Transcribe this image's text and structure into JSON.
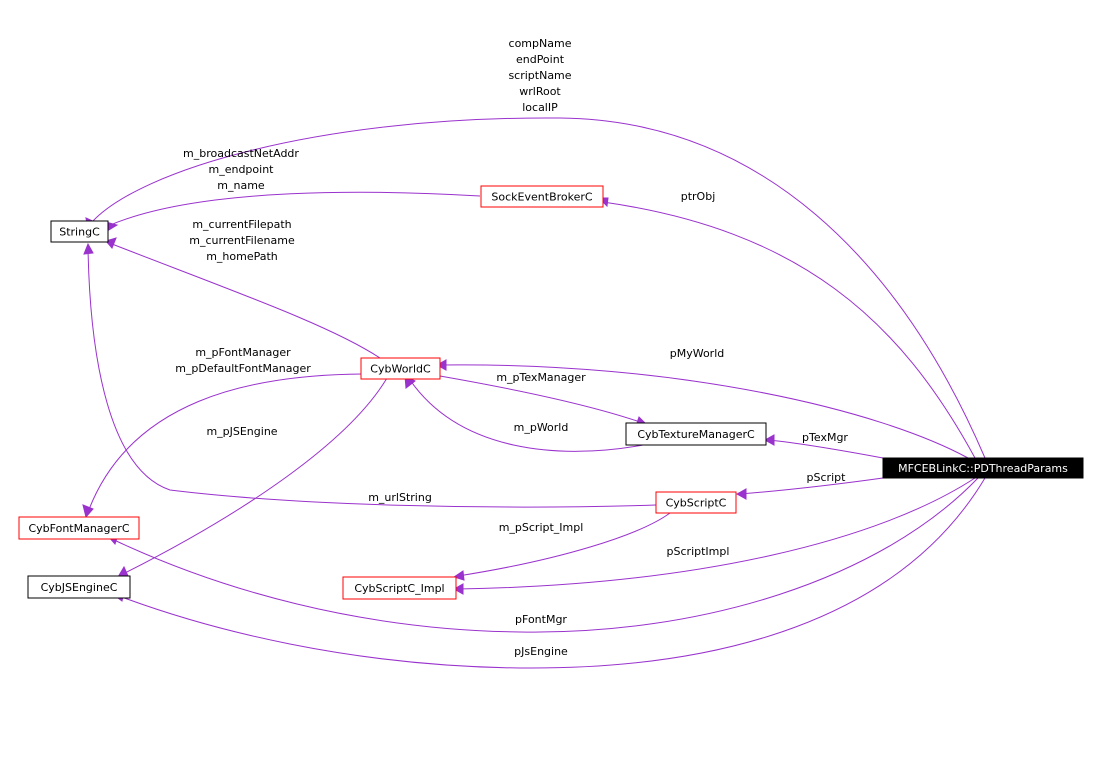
{
  "nodes": {
    "stringc": "StringC",
    "sockeventbrokerc": "SockEventBrokerC",
    "cybworldc": "CybWorldC",
    "cybtexturemanagerc": "CybTextureManagerC",
    "mfceblinkc": "MFCEBLinkC::PDThreadParams",
    "cybscriptc": "CybScriptC",
    "cybfontmanagerc": "CybFontManagerC",
    "cybjsenginec": "CybJSEngineC",
    "cybscriptc_impl": "CybScriptC_Impl"
  },
  "labels": {
    "mfc_to_string": [
      "compName",
      "endPoint",
      "scriptName",
      "wrlRoot",
      "localIP"
    ],
    "sock_to_string": [
      "m_broadcastNetAddr",
      "m_endpoint",
      "m_name"
    ],
    "world_to_string": [
      "m_currentFilepath",
      "m_currentFilename",
      "m_homePath"
    ],
    "mfc_to_sock": "ptrObj",
    "world_to_font": [
      "m_pFontManager",
      "m_pDefaultFontManager"
    ],
    "mfc_to_world": "pMyWorld",
    "world_to_tex": "m_pTexManager",
    "tex_to_world": "m_pWorld",
    "mfc_to_tex": "pTexMgr",
    "world_to_js": "m_pJSEngine",
    "mfc_to_script": "pScript",
    "script_to_string": "m_urlString",
    "script_to_impl": "m_pScript_Impl",
    "mfc_to_impl": "pScriptImpl",
    "mfc_to_font": "pFontMgr",
    "mfc_to_js": "pJsEngine"
  },
  "colors": {
    "edge": "#9a32cd",
    "node_border_red": "#ff0000",
    "node_border_black": "#000000",
    "highlight_fill": "#000000",
    "highlight_text": "#ffffff"
  }
}
